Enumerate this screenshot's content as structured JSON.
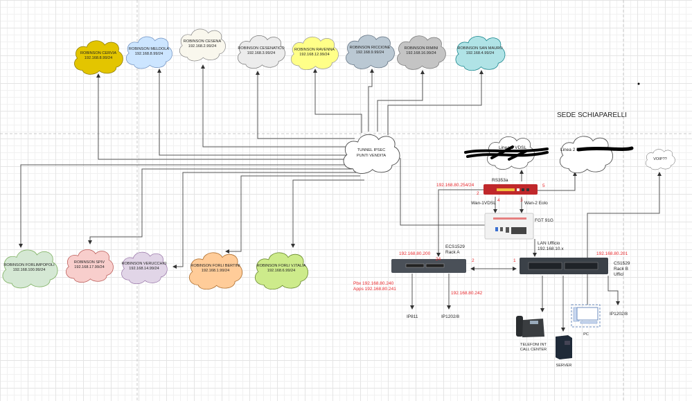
{
  "title": "SEDE SCHIAPARELLI",
  "hub": {
    "line1": "TUNNEL IPSEC",
    "line2": "PUNTI VENDITA"
  },
  "stores": [
    {
      "name": "ROBINSON CERVIA",
      "ip": "192.168.8.99/24",
      "color": "#e3c500"
    },
    {
      "name": "ROBINSON MELDOLA",
      "ip": "192.168.8.99/24",
      "color": "#cce5ff"
    },
    {
      "name": "ROBINSON CESENA",
      "ip": "192.168.2.99/24",
      "color": "#f9f7ed"
    },
    {
      "name": "ROBINSON CESENATICO",
      "ip": "192.168.3.99/24",
      "color": "#ececec"
    },
    {
      "name": "ROBINSON RAVENNA",
      "ip": "192.168.12.99/24",
      "color": "#ffff88"
    },
    {
      "name": "ROBINSON RICCIONE",
      "ip": "192.168.9.99/24",
      "color": "#bac8d3"
    },
    {
      "name": "ROBINSON RIMINI",
      "ip": "192.168.16.99/24",
      "color": "#c4c4c4"
    },
    {
      "name": "ROBINSON SAN MAURO",
      "ip": "192.168.4.99/24",
      "color": "#b0e3e6"
    },
    {
      "name": "ROBINSON FORLIMPOPOLI",
      "ip": "192.168.100.99/24",
      "color": "#d5e8d4"
    },
    {
      "name": "ROBINSON SPIV",
      "ip": "192.168.17.99/24",
      "color": "#f8cecc"
    },
    {
      "name": "ROBINSON VERUCCHIO",
      "ip": "192.168.14.99/24",
      "color": "#e1d5e7"
    },
    {
      "name": "ROBINSON FORLI BERTINI",
      "ip": "192.168.1.99/24",
      "color": "#ffcc99"
    },
    {
      "name": "ROBINSON FORLI V.ITALIA",
      "ip": "192.168.6.99/24",
      "color": "#cdeb8b"
    }
  ],
  "internet": {
    "line1": "Linea 1 VDSL",
    "line2": "Linea 2 Eo",
    "voip": "VOIP??"
  },
  "router": {
    "name": "RS353a",
    "ip": "192.168.80.254/24",
    "port2": "2",
    "port3": "3",
    "port4": "4",
    "port5": "5",
    "wan1": "Wan-1VDSL",
    "wan2": "Wan-2 Eolo",
    "color": "#c0282b"
  },
  "firewall": {
    "name": "FGT 91G",
    "lan1": "LAN Ufficio",
    "lan2": "192.168.10.x"
  },
  "switch_a": {
    "name1": "ECS1529",
    "name2": "Rack A",
    "ip": "192.168.80.200",
    "port24": "24",
    "port2": "2",
    "pbx": "Pbx 192.168.80.240",
    "apps": "Apps 192.168.80.241",
    "ip2": "192.168.80.242",
    "dev1": "IP811",
    "dev2": "IP1202/8"
  },
  "switch_b": {
    "name1": "CS1529",
    "name2": "Rack B",
    "name3": "Uffici",
    "ip": "192.168.80.201",
    "port1": "1",
    "dev": "IP1202/8"
  },
  "endpoints": {
    "phone1": "TELEFONI INT",
    "phone2": "CALL CENTER",
    "server": "SERVER",
    "pc": "PC"
  }
}
